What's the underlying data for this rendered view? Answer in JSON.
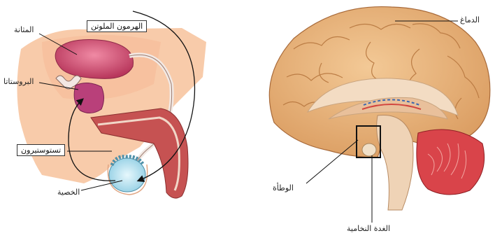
{
  "labels": {
    "hormone": "الهرمون الملوتن",
    "bladder": "المثانة",
    "prostate": "البروستاتا",
    "testosterone": "تستوستيرون",
    "testis": "الخصية",
    "brain": "الدماغ",
    "hypothalamus": "الوطأة",
    "pituitary": "الغدة النخامية"
  },
  "colors": {
    "skin": "#f8c9a8",
    "body_outline": "#e0a583",
    "bladder": "#c8466a",
    "prostate": "#b83a78",
    "penis": "#c65252",
    "testis": "#bfe6f2",
    "brain": "#e6b27a",
    "brain_dark": "#c98a55",
    "cerebellum": "#d9444a",
    "arrow": "#111111"
  }
}
